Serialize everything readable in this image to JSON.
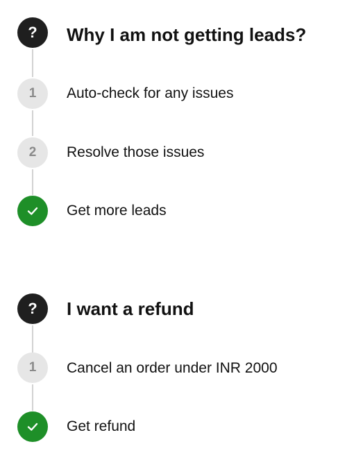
{
  "sections": [
    {
      "title": "Why I am not getting leads?",
      "header_icon": "question-mark-icon",
      "header_glyph": "?",
      "steps": [
        {
          "number": "1",
          "label": "Auto-check for any issues",
          "state": "pending"
        },
        {
          "number": "2",
          "label": "Resolve those issues",
          "state": "pending"
        },
        {
          "number": "",
          "label": "Get more leads",
          "state": "done",
          "icon": "checkmark-icon"
        }
      ]
    },
    {
      "title": "I want a refund",
      "header_icon": "question-mark-icon",
      "header_glyph": "?",
      "steps": [
        {
          "number": "1",
          "label": "Cancel an order under INR 2000",
          "state": "pending"
        },
        {
          "number": "",
          "label": "Get refund",
          "state": "done",
          "icon": "checkmark-icon"
        }
      ]
    }
  ],
  "colors": {
    "header_circle": "#1f1f1f",
    "pending_circle": "#e6e6e6",
    "pending_number": "#8a8a8a",
    "done_circle": "#1e8f28",
    "connector": "#d2d2d2",
    "text": "#111111"
  }
}
